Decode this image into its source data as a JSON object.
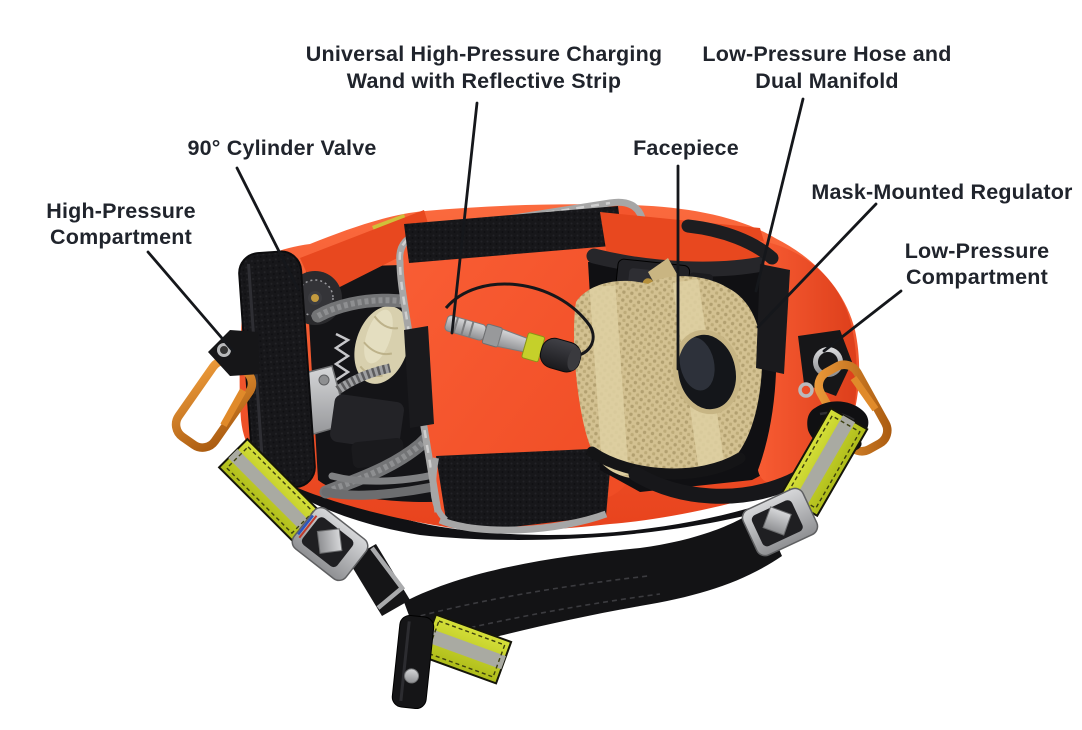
{
  "diagram": {
    "type": "annotated-product-diagram",
    "subject": "RIT/SCBA air supply bag, top view, with callout labels",
    "labels": {
      "charging_wand": {
        "line1": "Universal High-Pressure Charging",
        "line2": "Wand with Reflective Strip"
      },
      "lp_hose": {
        "line1": "Low-Pressure Hose and",
        "line2": "Dual Manifold"
      },
      "cylinder_valve": {
        "text": "90° Cylinder Valve"
      },
      "facepiece": {
        "text": "Facepiece"
      },
      "mask_regulator": {
        "text": "Mask-Mounted Regulator"
      },
      "hp_compartment": {
        "line1": "High-Pressure",
        "line2": "Compartment"
      },
      "lp_compartment": {
        "line1": "Low-Pressure",
        "line2": "Compartment"
      }
    },
    "colors": {
      "background": "#ffffff",
      "label_text": "#20242c",
      "leader_line": "#15171b",
      "shell_orange": "#f1502c",
      "velcro_black": "#18181b",
      "reflective_trim_gray": "#a6a6a6",
      "facepiece_mesh_tan": "#d3c191",
      "hiviz_yellow": "#c5d02a",
      "reflective_stripe_silver": "#a9aaa2",
      "carabiner_orange": "#d07c1e",
      "strap_black": "#131315",
      "buckle_silver": "#b4b5b7",
      "hose_gray": "#737476"
    }
  }
}
